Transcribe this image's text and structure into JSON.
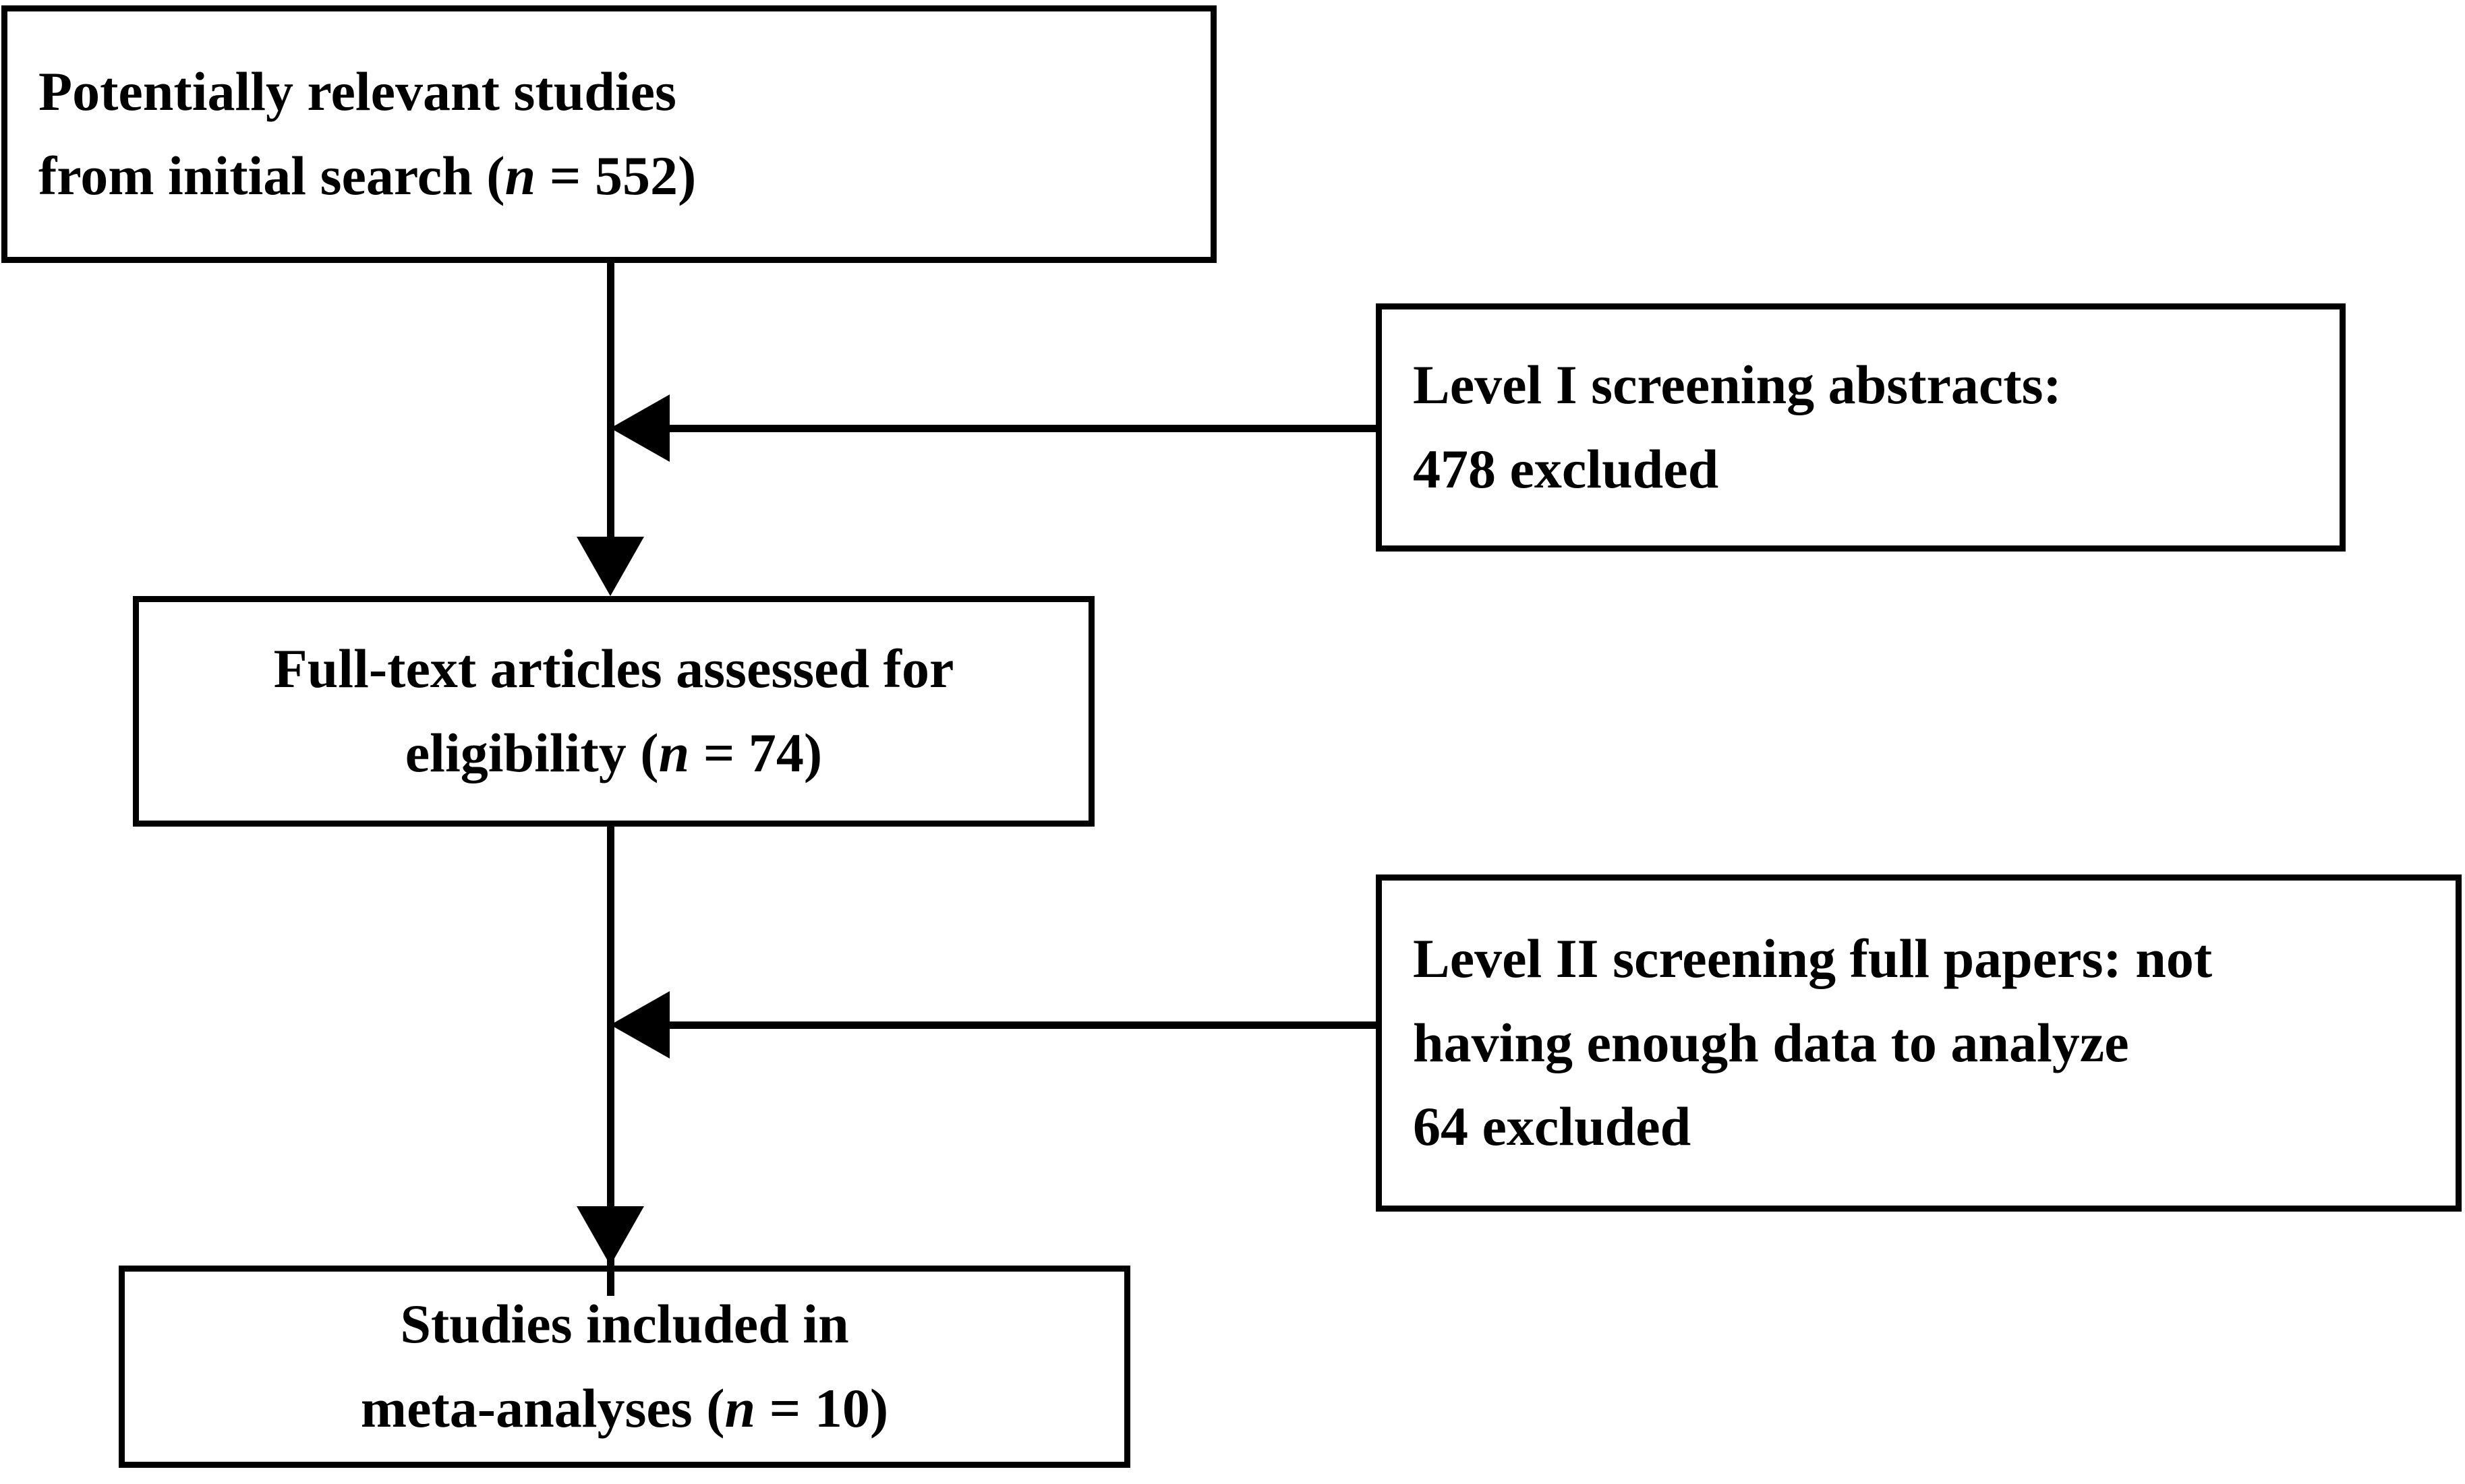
{
  "diagram": {
    "title": "Study selection flow diagram",
    "type": "flowchart",
    "background_color": "#ffffff",
    "line_color": "#000000",
    "text_color": "#000000",
    "nodes": [
      {
        "id": "identification",
        "align": "left",
        "line1": "Potentially relevant studies",
        "line2_pre": "from initial search (",
        "line2_italic": "n",
        "line2_post": " = 552)",
        "count": 552
      },
      {
        "id": "level1-exclusion",
        "align": "left",
        "line1": "Level I screening abstracts:",
        "line2": "478 excluded",
        "count": 478
      },
      {
        "id": "eligibility",
        "align": "center",
        "line1": "Full-text articles assessed for",
        "line2_pre": "eligibility (",
        "line2_italic": "n",
        "line2_post": " = 74)",
        "count": 74
      },
      {
        "id": "level2-exclusion",
        "align": "left",
        "line1": "Level II screening full papers: not",
        "line2": "having enough data to analyze",
        "line3": "64 excluded",
        "count": 64
      },
      {
        "id": "included",
        "align": "center",
        "line1": "Studies included in",
        "line2_pre": "meta-analyses (",
        "line2_italic": "n",
        "line2_post": " = 10)",
        "count": 10
      }
    ],
    "edges": [
      {
        "from": "identification",
        "to": "eligibility",
        "direction": "down"
      },
      {
        "from": "level1-exclusion",
        "to": "identification-to-eligibility",
        "direction": "left"
      },
      {
        "from": "eligibility",
        "to": "included",
        "direction": "down"
      },
      {
        "from": "level2-exclusion",
        "to": "eligibility-to-included",
        "direction": "left"
      }
    ]
  }
}
